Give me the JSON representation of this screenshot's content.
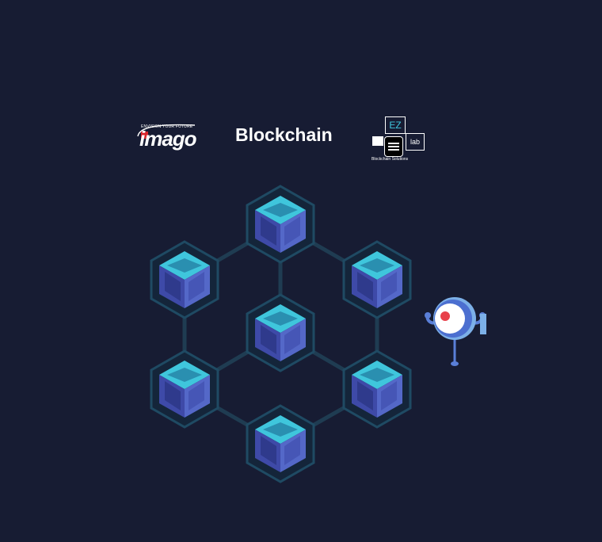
{
  "header": {
    "title": "Blockchain",
    "logo_left": {
      "tagline": "ENVISION YOUR FUTURE",
      "wordmark": "imago"
    },
    "logo_right": {
      "box_top": "EZ",
      "box_right": "lab",
      "caption": "Blockchain Solutions"
    }
  },
  "illustration": {
    "description_icon": "blockchain-network-icon",
    "mascot_icon": "robot-mascot-icon"
  },
  "colors": {
    "background": "#171c33",
    "cube_top": "#3fc6dc",
    "cube_left": "#3e4aa8",
    "cube_right": "#5468c8",
    "link": "#1f3c52"
  }
}
